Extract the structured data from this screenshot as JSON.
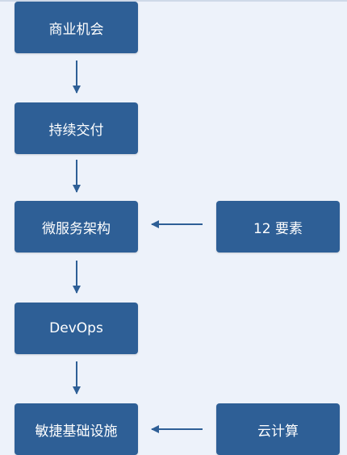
{
  "diagram": {
    "main_flow": [
      {
        "id": "business",
        "label": "商业机会"
      },
      {
        "id": "cd",
        "label": "持续交付"
      },
      {
        "id": "microservices",
        "label": "微服务架构"
      },
      {
        "id": "devops",
        "label": "DevOps"
      },
      {
        "id": "infra",
        "label": "敏捷基础设施"
      }
    ],
    "inputs": [
      {
        "id": "twelve-factor",
        "label": "12 要素",
        "target": "microservices"
      },
      {
        "id": "cloud",
        "label": "云计算",
        "target": "infra"
      }
    ]
  },
  "colors": {
    "background": "#edf2fa",
    "box_fill": "#2e5f96",
    "box_text": "#ffffff",
    "arrow": "#2e5f96"
  }
}
